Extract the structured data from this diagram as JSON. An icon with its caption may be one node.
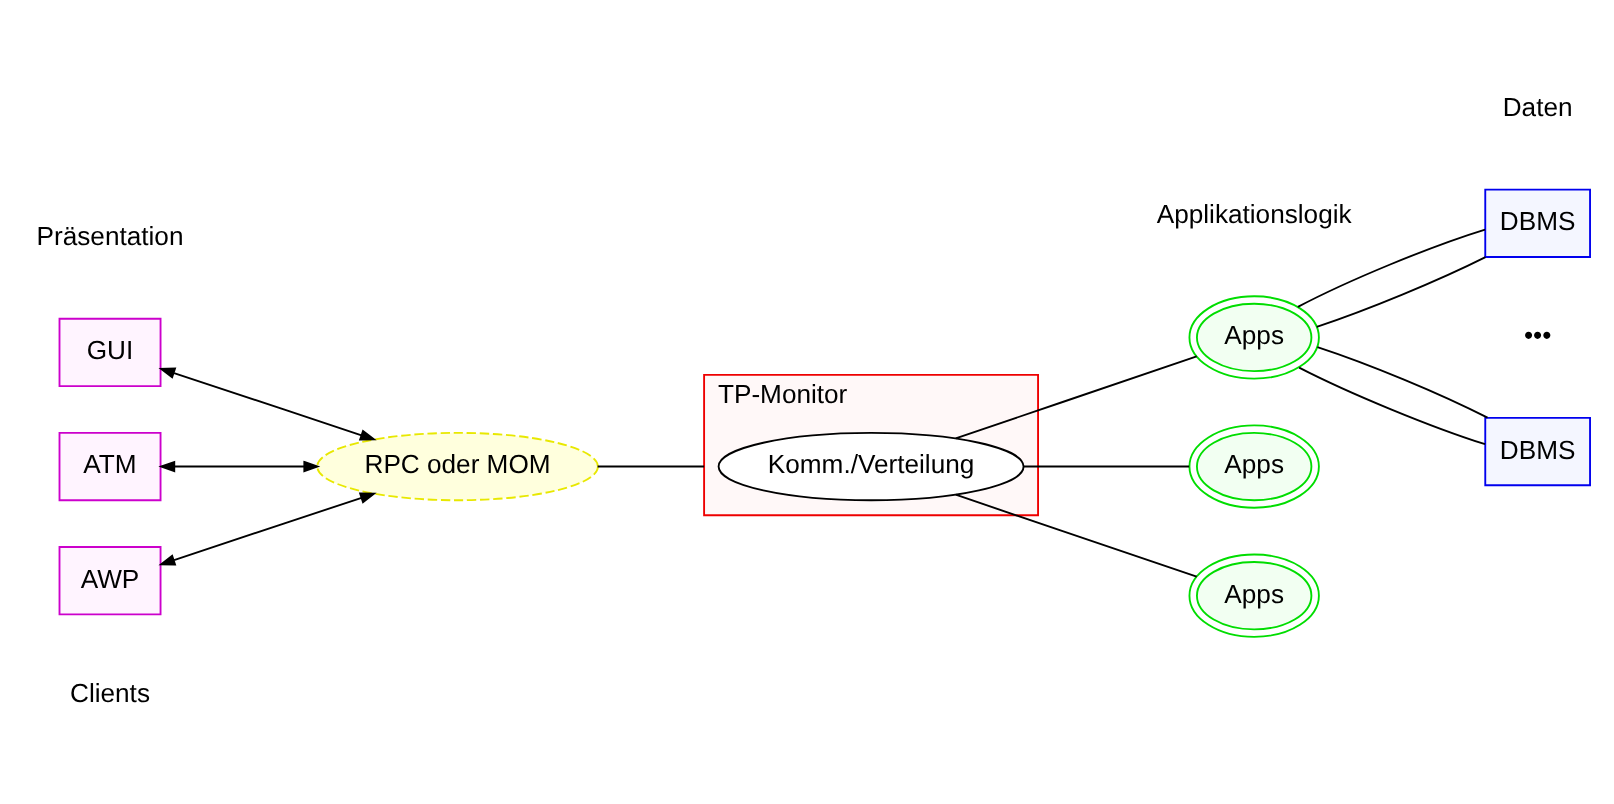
{
  "diagram": {
    "nodes": [
      {
        "text": [
          "GUI"
        ]
      },
      {
        "text": [
          "ATM"
        ]
      },
      {
        "text": [
          "AWP"
        ]
      },
      {
        "text": [
          "RPC oder MOM"
        ]
      },
      {
        "text": [
          "TP-Monitor"
        ]
      },
      {
        "text": [
          "Komm./Verteilung"
        ],
        "in": 4
      },
      {
        "text": [
          "Apps"
        ]
      },
      {
        "text": [
          "Apps"
        ]
      },
      {
        "text": [
          "Apps"
        ]
      },
      {
        "text": [
          "DBMS"
        ]
      },
      {
        "text": [
          "DBMS"
        ]
      }
    ],
    "edges": [
      {
        "from": 0,
        "to": 3,
        "arrow": "both"
      },
      {
        "from": 1,
        "to": 3,
        "arrow": "both"
      },
      {
        "from": 2,
        "to": 3,
        "arrow": "both"
      },
      {
        "from": 3,
        "to": 4,
        "arrow": "none"
      },
      {
        "from": 5,
        "to": 6,
        "arrow": "none"
      },
      {
        "from": 5,
        "to": 7,
        "arrow": "none"
      },
      {
        "from": 5,
        "to": 8,
        "arrow": "none"
      },
      {
        "from": 6,
        "to": 9,
        "arrow": "none"
      },
      {
        "from": 6,
        "to": 9,
        "arrow": "none"
      },
      {
        "from": 6,
        "to": 10,
        "arrow": "none"
      },
      {
        "from": 6,
        "to": 10,
        "arrow": "none"
      }
    ],
    "labels": [
      "Präsentation",
      "Applikationslogik",
      "Daten",
      "•••",
      "Clients"
    ]
  }
}
